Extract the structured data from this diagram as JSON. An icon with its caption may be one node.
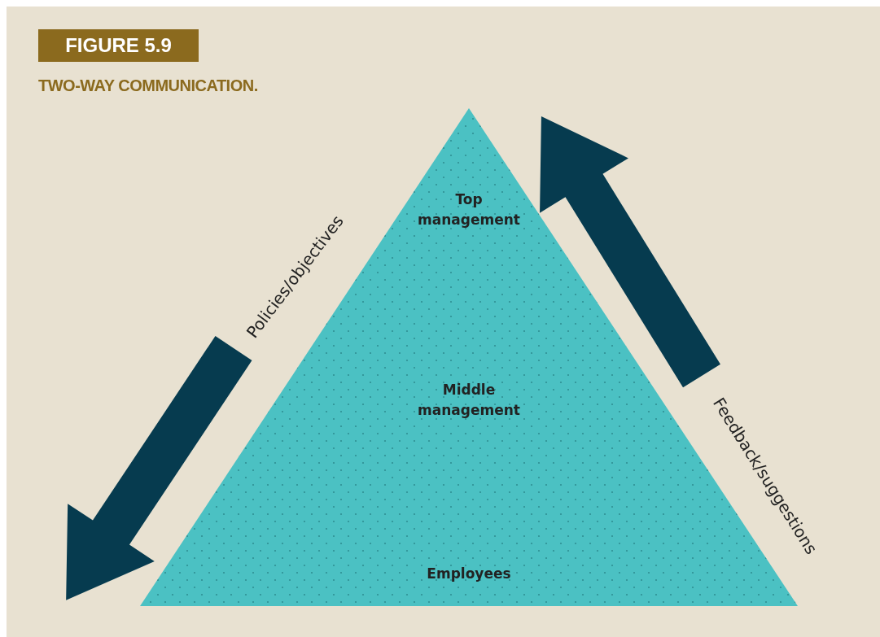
{
  "diagram": {
    "title": "FIGURE 5.9",
    "caption": "TWO-WAY COMMUNICATION.",
    "nodes": [
      {
        "text": [
          "Top management",
          "Middle management",
          "Employees"
        ]
      }
    ],
    "labels": [
      "Policies/objectives",
      "Feedback/suggestions"
    ]
  }
}
